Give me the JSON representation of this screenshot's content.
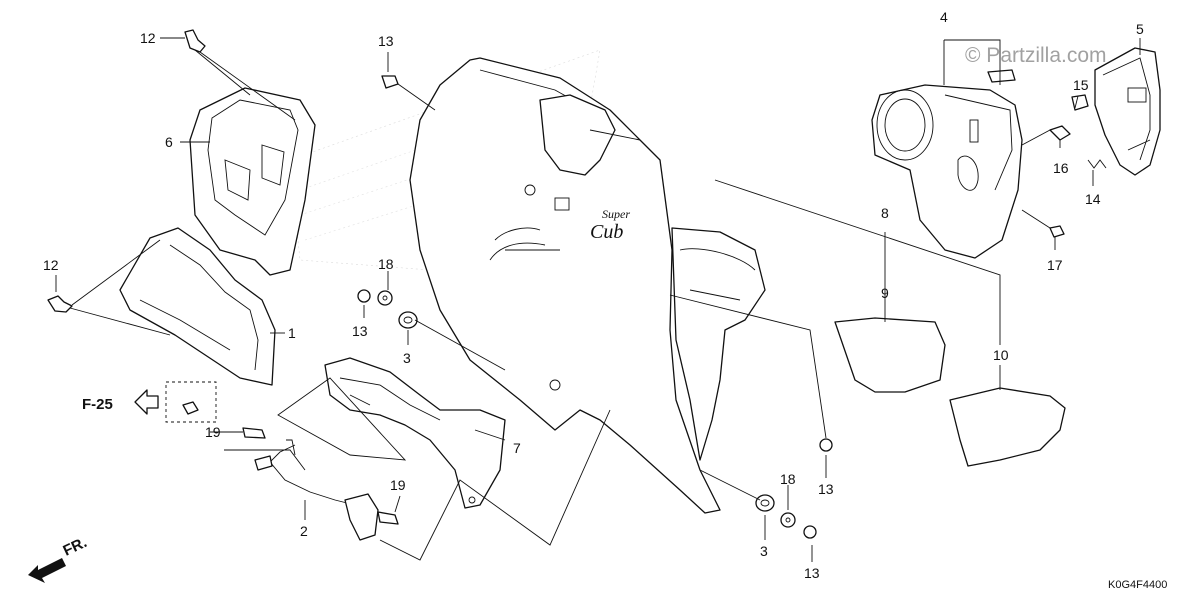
{
  "watermark": "© Partzilla.com",
  "diagram_code": "K0G4F4400",
  "front_label": "FR.",
  "ref_label": "F-25",
  "emblem": {
    "line1": "Super",
    "line2": "Cub"
  },
  "callouts": {
    "c1": "1",
    "c2": "2",
    "c3a": "3",
    "c3b": "3",
    "c4": "4",
    "c5": "5",
    "c6": "6",
    "c7": "7",
    "c8": "8",
    "c9": "9",
    "c10": "10",
    "c12a": "12",
    "c12b": "12",
    "c13a": "13",
    "c13b": "13",
    "c13c": "13",
    "c13d": "13",
    "c14": "14",
    "c15": "15",
    "c16": "16",
    "c17": "17",
    "c18a": "18",
    "c18b": "18",
    "c19a": "19",
    "c19b": "19"
  }
}
